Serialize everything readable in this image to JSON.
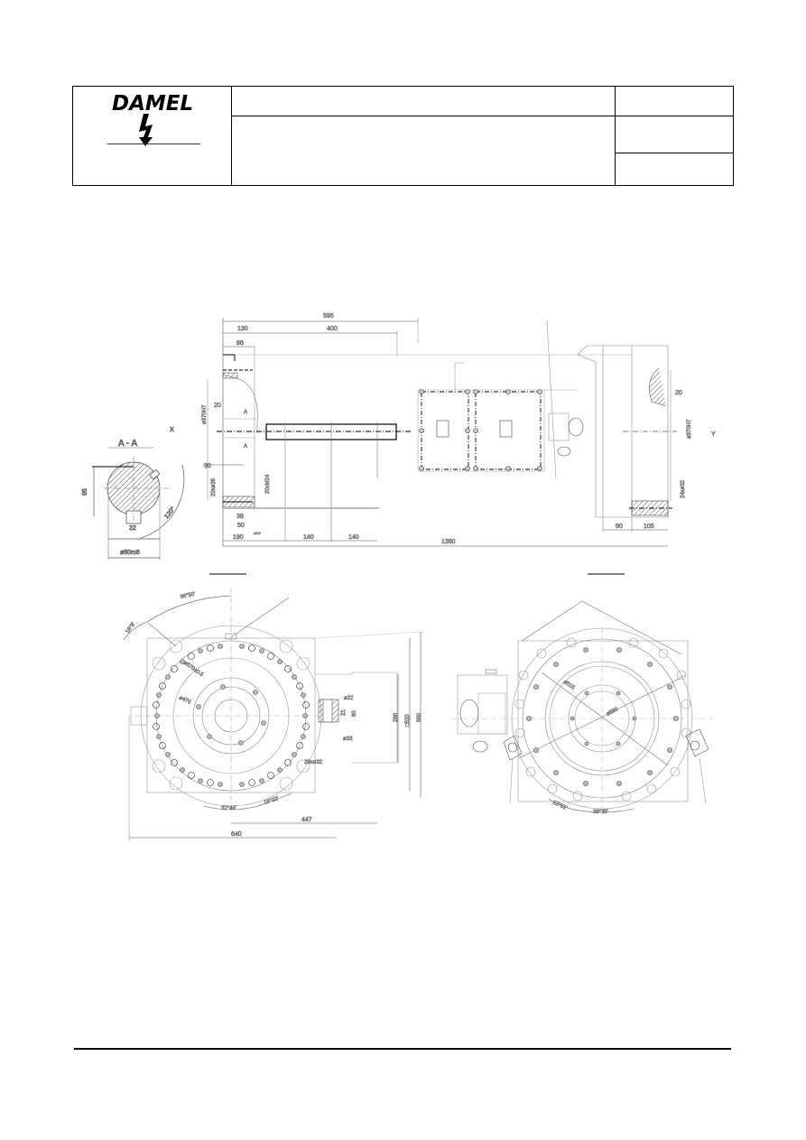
{
  "header": {
    "logo_text": "DAMEL",
    "title_cell": "",
    "description_cell": "",
    "right_top_cell": "",
    "right_mid_cell": "",
    "right_bot_cell": ""
  },
  "section_view": {
    "label": "A - A",
    "dims": {
      "height": "85",
      "key_width": "22",
      "angle": "120°",
      "diameter": "ø80m6"
    }
  },
  "side_view": {
    "axis_x": "X",
    "axis_y": "Y",
    "dims": {
      "d595": "595",
      "d130": "130",
      "d400": "400",
      "d88": "88",
      "bore_left": "ø370H7",
      "d20_left": "20",
      "sec_a": "A",
      "d30": "30",
      "holes_left": "20xø26",
      "holes_mid": "20xM24",
      "d38": "38",
      "d50": "50",
      "d190": "190",
      "d190_tol": "±0.5",
      "d140a": "140",
      "d140b": "140",
      "d1360": "1360",
      "d20_right": "20",
      "bore_right": "ø370H7",
      "holes_right": "24xø32",
      "d90": "90",
      "d105": "105"
    }
  },
  "front_view_left": {
    "dims": {
      "ang1": "36°50'",
      "ang2": "16°8'",
      "pcd1": "ø570±0.5",
      "pcd2": "ø470",
      "d22": "ø22",
      "d21": "21",
      "d60": "60",
      "d33": "ø33",
      "d280": "280",
      "sq520": "□520",
      "d550": "550",
      "holes": "28xø32",
      "ang3": "32°44'",
      "ang4": "16°22'",
      "d447": "447",
      "d640": "640"
    }
  },
  "front_view_right": {
    "dims": {
      "pcd1": "ø515",
      "pcd2": "ø580",
      "ang1": "12°51'",
      "ang2": "38°35'"
    }
  }
}
